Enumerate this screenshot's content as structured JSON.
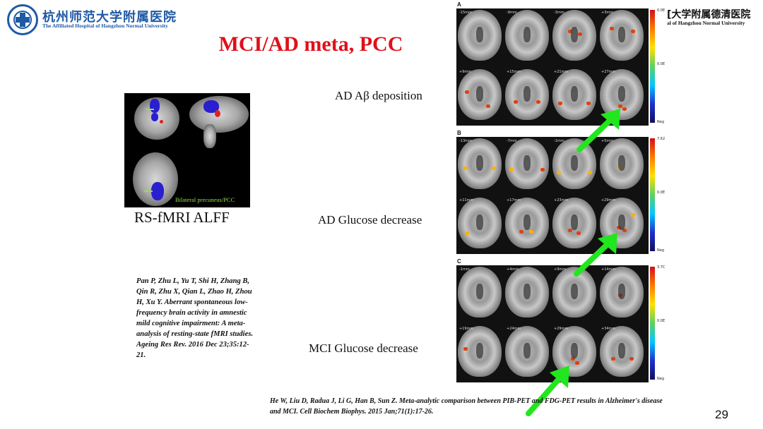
{
  "header": {
    "hospital_cn": "杭州师范大学附属医院",
    "hospital_en": "The Affiliated Hospital of Hangzhou Normal University",
    "hospital_right_cn": "[大学附属德清医院",
    "hospital_right_en": "al of Hangzhou Normal University"
  },
  "slide": {
    "title": "MCI/AD meta, PCC",
    "page_number": "29"
  },
  "left_figure": {
    "caption": "Bilateral precuneus/PCC",
    "label": "RS-fMRI ALFF"
  },
  "left_reference": "Pan P, Zhu L, Yu T, Shi H, Zhang B, Qin R, Zhu X, Qian L, Zhao H, Zhou H, Xu Y. Aberrant spontaneous low-frequency brain activity in amnestic mild cognitive impairment: A meta-analysis of resting-state fMRI studies. Ageing Res Rev. 2016 Dec 23;35:12-21.",
  "panels": [
    {
      "label": "AD Aβ deposition",
      "section": "A",
      "scale_top": "0.0E",
      "scale_mid": "0.0E",
      "scale_bottom": "Neg",
      "tags_row1": [
        "-15mm",
        "-9mm",
        "-3mm",
        "+3mm"
      ],
      "tags_row2": [
        "+9mm",
        "+15mm",
        "+21mm",
        "+27mm"
      ]
    },
    {
      "label": "AD Glucose decrease",
      "section": "B",
      "scale_top": "7.62",
      "scale_mid": "0.0E",
      "scale_bottom": "Neg",
      "tags_row1": [
        "-13mm",
        "-7mm",
        "-1mm",
        "+5mm"
      ],
      "tags_row2": [
        "+11mm",
        "+17mm",
        "+23mm",
        "+29mm"
      ]
    },
    {
      "label": "MCI Glucose decrease",
      "section": "C",
      "scale_top": "3.7C",
      "scale_mid": "0.0E",
      "scale_bottom": "Neg",
      "tags_row1": [
        "-1mm",
        "+4mm",
        "+9mm",
        "+14mm"
      ],
      "tags_row2": [
        "+19mm",
        "+24mm",
        "+29mm",
        "+34mm"
      ]
    }
  ],
  "bottom_reference": "He W, Liu D, Radua J, Li G, Han B, Sun Z. Meta-analytic comparison between PIB-PET and FDG-PET results in Alzheimer's disease and MCI. Cell Biochem Biophys. 2015 Jan;71(1):17-26.",
  "colors": {
    "title": "#e0101a",
    "brand_blue": "#1f5aa6",
    "arrow_green": "#22e61e"
  },
  "icons": [
    "hospital-logo-icon",
    "green-arrow-icon"
  ]
}
